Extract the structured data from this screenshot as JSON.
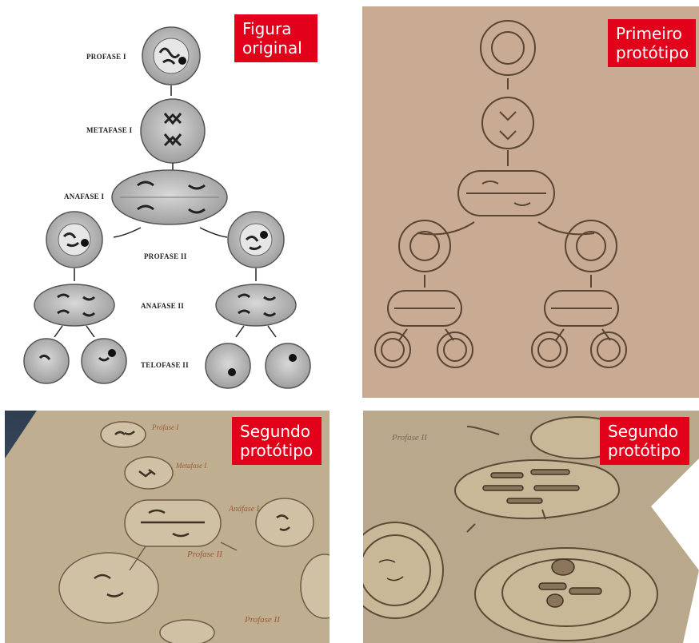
{
  "panels": {
    "original": {
      "badge": "Figura\noriginal",
      "stages": [
        "PROFASE I",
        "METAFASE I",
        "ANAFASE I",
        "PROFASE II",
        "ANAFASE II",
        "TELOFASE II"
      ]
    },
    "prototype1": {
      "badge": "Primeiro\nprotótipo"
    },
    "prototype2a": {
      "badge": "Segundo\nprotótipo",
      "engraved": [
        "Prófase I",
        "Metafase I",
        "Anáfase I",
        "Profase II",
        "Profase II"
      ]
    },
    "prototype2b": {
      "badge": "Segundo\nprotótipo",
      "engraved": [
        "Profase II"
      ]
    }
  },
  "colors": {
    "badge_red": "#e2001a",
    "mdf_light": "#c9ab93",
    "mdf_cardboard": "#b9a88b",
    "engrave_dark": "#5a4432"
  }
}
